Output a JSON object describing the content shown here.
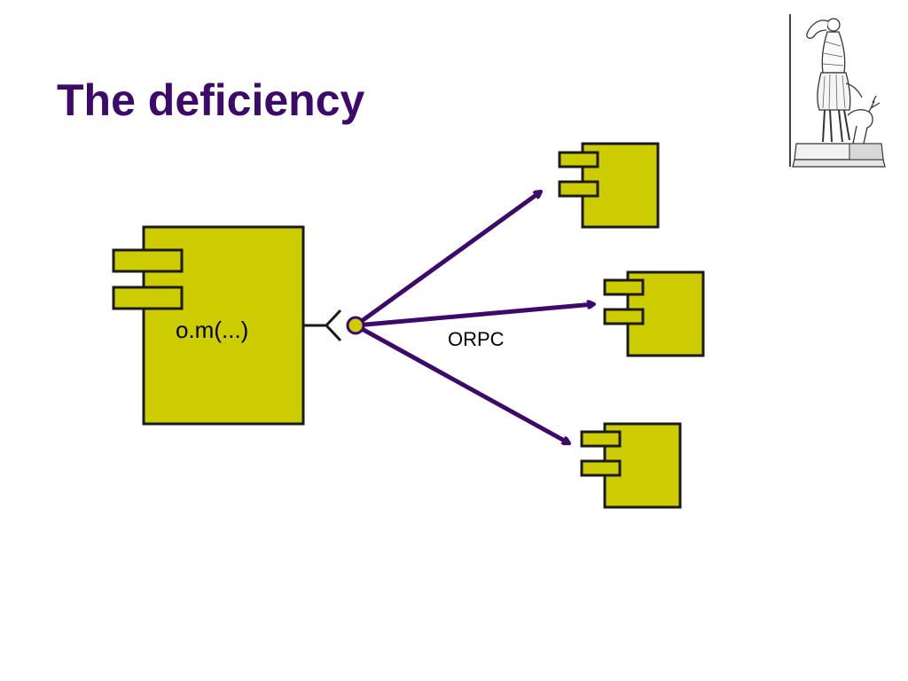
{
  "slide": {
    "title": "The deficiency"
  },
  "diagram": {
    "client_component_label": "o.m(...)",
    "connector_label": "ORPC",
    "server_components": [
      "server-top",
      "server-middle",
      "server-bottom"
    ]
  },
  "colors": {
    "title": "#3d0a6b",
    "component_fill": "#cccc00",
    "component_stroke": "#1a1a1a",
    "arrow": "#3d0a6b"
  },
  "icons": {
    "logo": "diana-statue-icon"
  }
}
